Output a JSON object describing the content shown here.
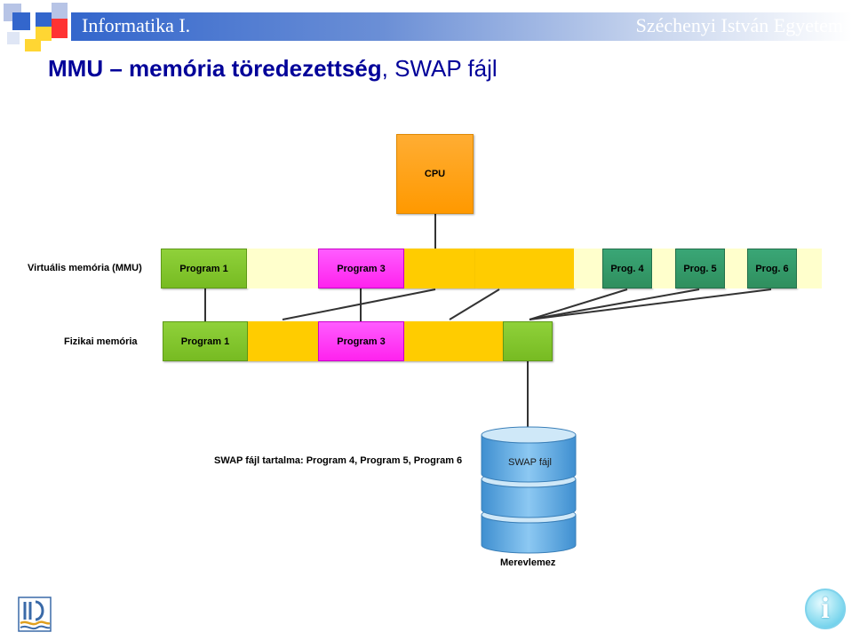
{
  "header": {
    "left_title": "Informatika I.",
    "right_title": "Széchenyi István Egyetem"
  },
  "title": {
    "bold_part": "MMU – memória töredezettség",
    "normal_part": ", SWAP fájl"
  },
  "diagram": {
    "cpu_label": "CPU",
    "virtual_label": "Virtuális memória (MMU)",
    "physical_label": "Fizikai memória",
    "virtual_blocks": [
      "Program 1",
      "Program 3",
      "Prog. 4",
      "Prog. 5",
      "Prog. 6"
    ],
    "physical_blocks": [
      "Program 1",
      "Program 3"
    ],
    "swap_caption": "SWAP fájl tartalma: Program 4, Program 5, Program 6",
    "disk_label": "SWAP fájl",
    "disk_caption": "Merevlemez"
  },
  "colors": {
    "blue": "#3366cc",
    "title": "#000099",
    "orange": "#ff9900",
    "green": "#77bb22",
    "magenta": "#ff33ff",
    "yellow": "#ffcc00",
    "pale_yellow": "#ffffcc",
    "dark_green": "#339966",
    "disk": "#5aa9e0"
  },
  "icons": [
    "logo-squares-icon",
    "university-logo-icon",
    "info-icon"
  ]
}
